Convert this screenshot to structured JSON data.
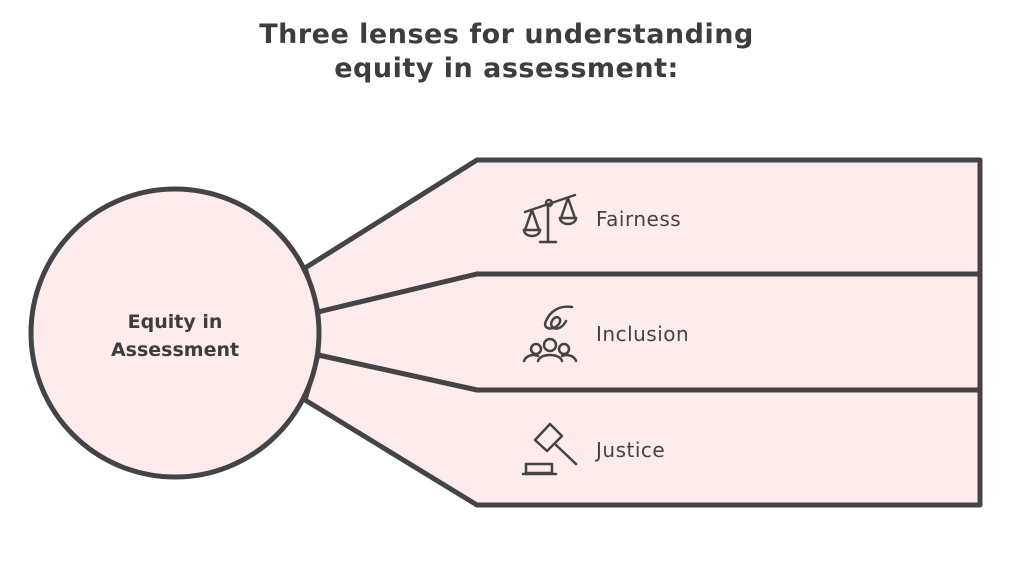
{
  "title": {
    "line1": "Three lenses for understanding",
    "line2": "equity in assessment:"
  },
  "center": {
    "line1": "Equity in",
    "line2": "Assessment"
  },
  "lenses": [
    {
      "label": "Fairness",
      "icon": "scale-icon"
    },
    {
      "label": "Inclusion",
      "icon": "people-hand-icon"
    },
    {
      "label": "Justice",
      "icon": "gavel-icon"
    }
  ],
  "colors": {
    "fill": "#fdeceb",
    "stroke": "#444444"
  }
}
